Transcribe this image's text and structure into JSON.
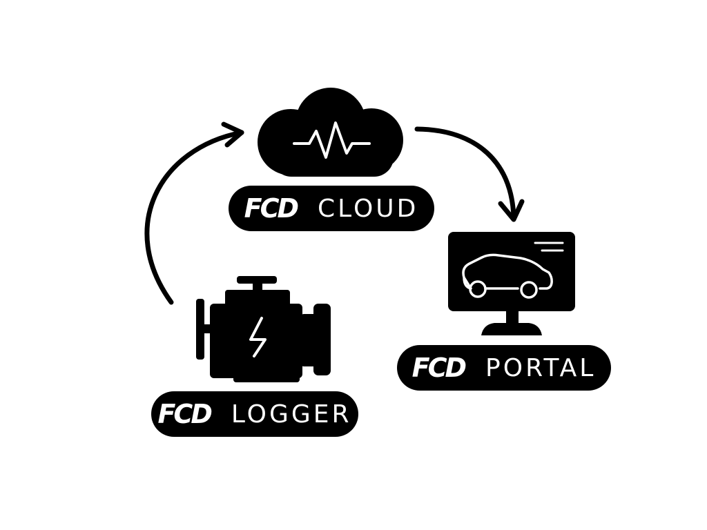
{
  "nodes": {
    "cloud": {
      "brand": "FCD",
      "name": "CLOUD",
      "icon": "cloud-pulse-icon"
    },
    "portal": {
      "brand": "FCD",
      "name": "PORTAL",
      "icon": "monitor-car-icon"
    },
    "logger": {
      "brand": "FCD",
      "name": "LOGGER",
      "icon": "engine-bolt-icon"
    }
  },
  "flow": [
    {
      "from": "logger",
      "to": "cloud"
    },
    {
      "from": "cloud",
      "to": "portal"
    }
  ],
  "colors": {
    "foreground": "#000000",
    "background": "#ffffff",
    "pill_text": "#ffffff"
  }
}
